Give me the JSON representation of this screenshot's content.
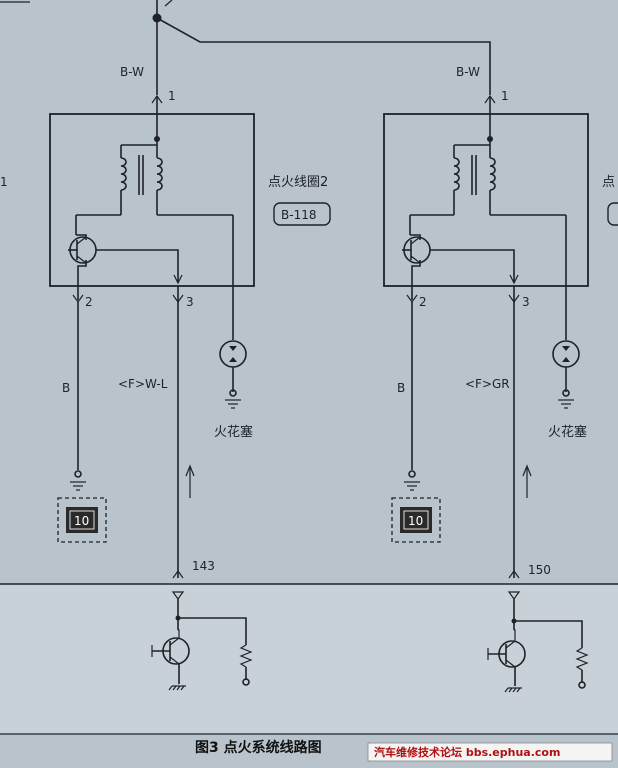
{
  "left_coil": {
    "wire_top": "B-W",
    "pin_top": "1",
    "pin_2": "2",
    "pin_3": "3",
    "name": "点火线圈2",
    "code": "B-118",
    "wire_pin2": "B",
    "wire_pin3": "<F>W-L",
    "spark_plug": "火花塞",
    "ground_id": "10",
    "ecu_pin": "143"
  },
  "right_coil": {
    "wire_top": "B-W",
    "pin_top": "1",
    "pin_2": "2",
    "pin_3": "3",
    "name": "点",
    "wire_pin2": "B",
    "wire_pin3": "<F>GR",
    "spark_plug": "火花塞",
    "ground_id": "10",
    "ecu_pin": "150"
  },
  "left_edge_mark": "1",
  "caption": "图3   点火系统线路图",
  "watermark": "汽车维修技术论坛 bbs.ephua.com",
  "colors": {
    "paper": "#b9c3cb",
    "ink": "#1e2228",
    "ground_box": "#2a2a2a",
    "watermark_bg": "#f4f4f4",
    "watermark_text": "#b01010"
  }
}
